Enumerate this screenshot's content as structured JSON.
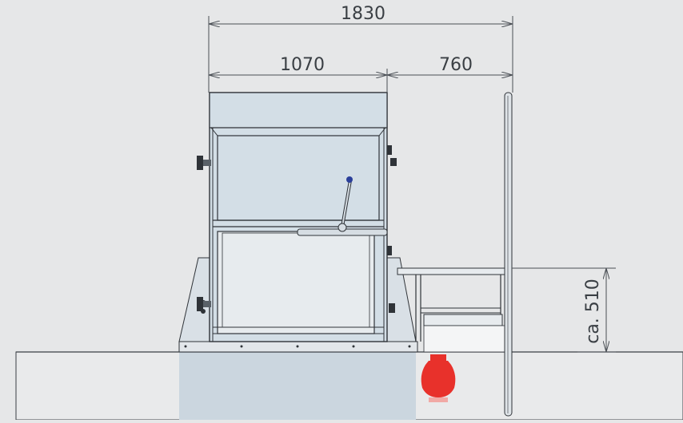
{
  "dimensions": {
    "overall_width": "1830",
    "left_section": "1070",
    "right_section": "760",
    "height": "ca. 510"
  },
  "colors": {
    "background": "#e6e7e8",
    "panel_fill": "#d3dee6",
    "line": "#2f3338",
    "dimension": "#4a4f55",
    "ground_fill": "#e9eaeb",
    "pit_fill": "#cbd6df",
    "red_part": "#e8312b",
    "knob": "#2a3f9a"
  }
}
